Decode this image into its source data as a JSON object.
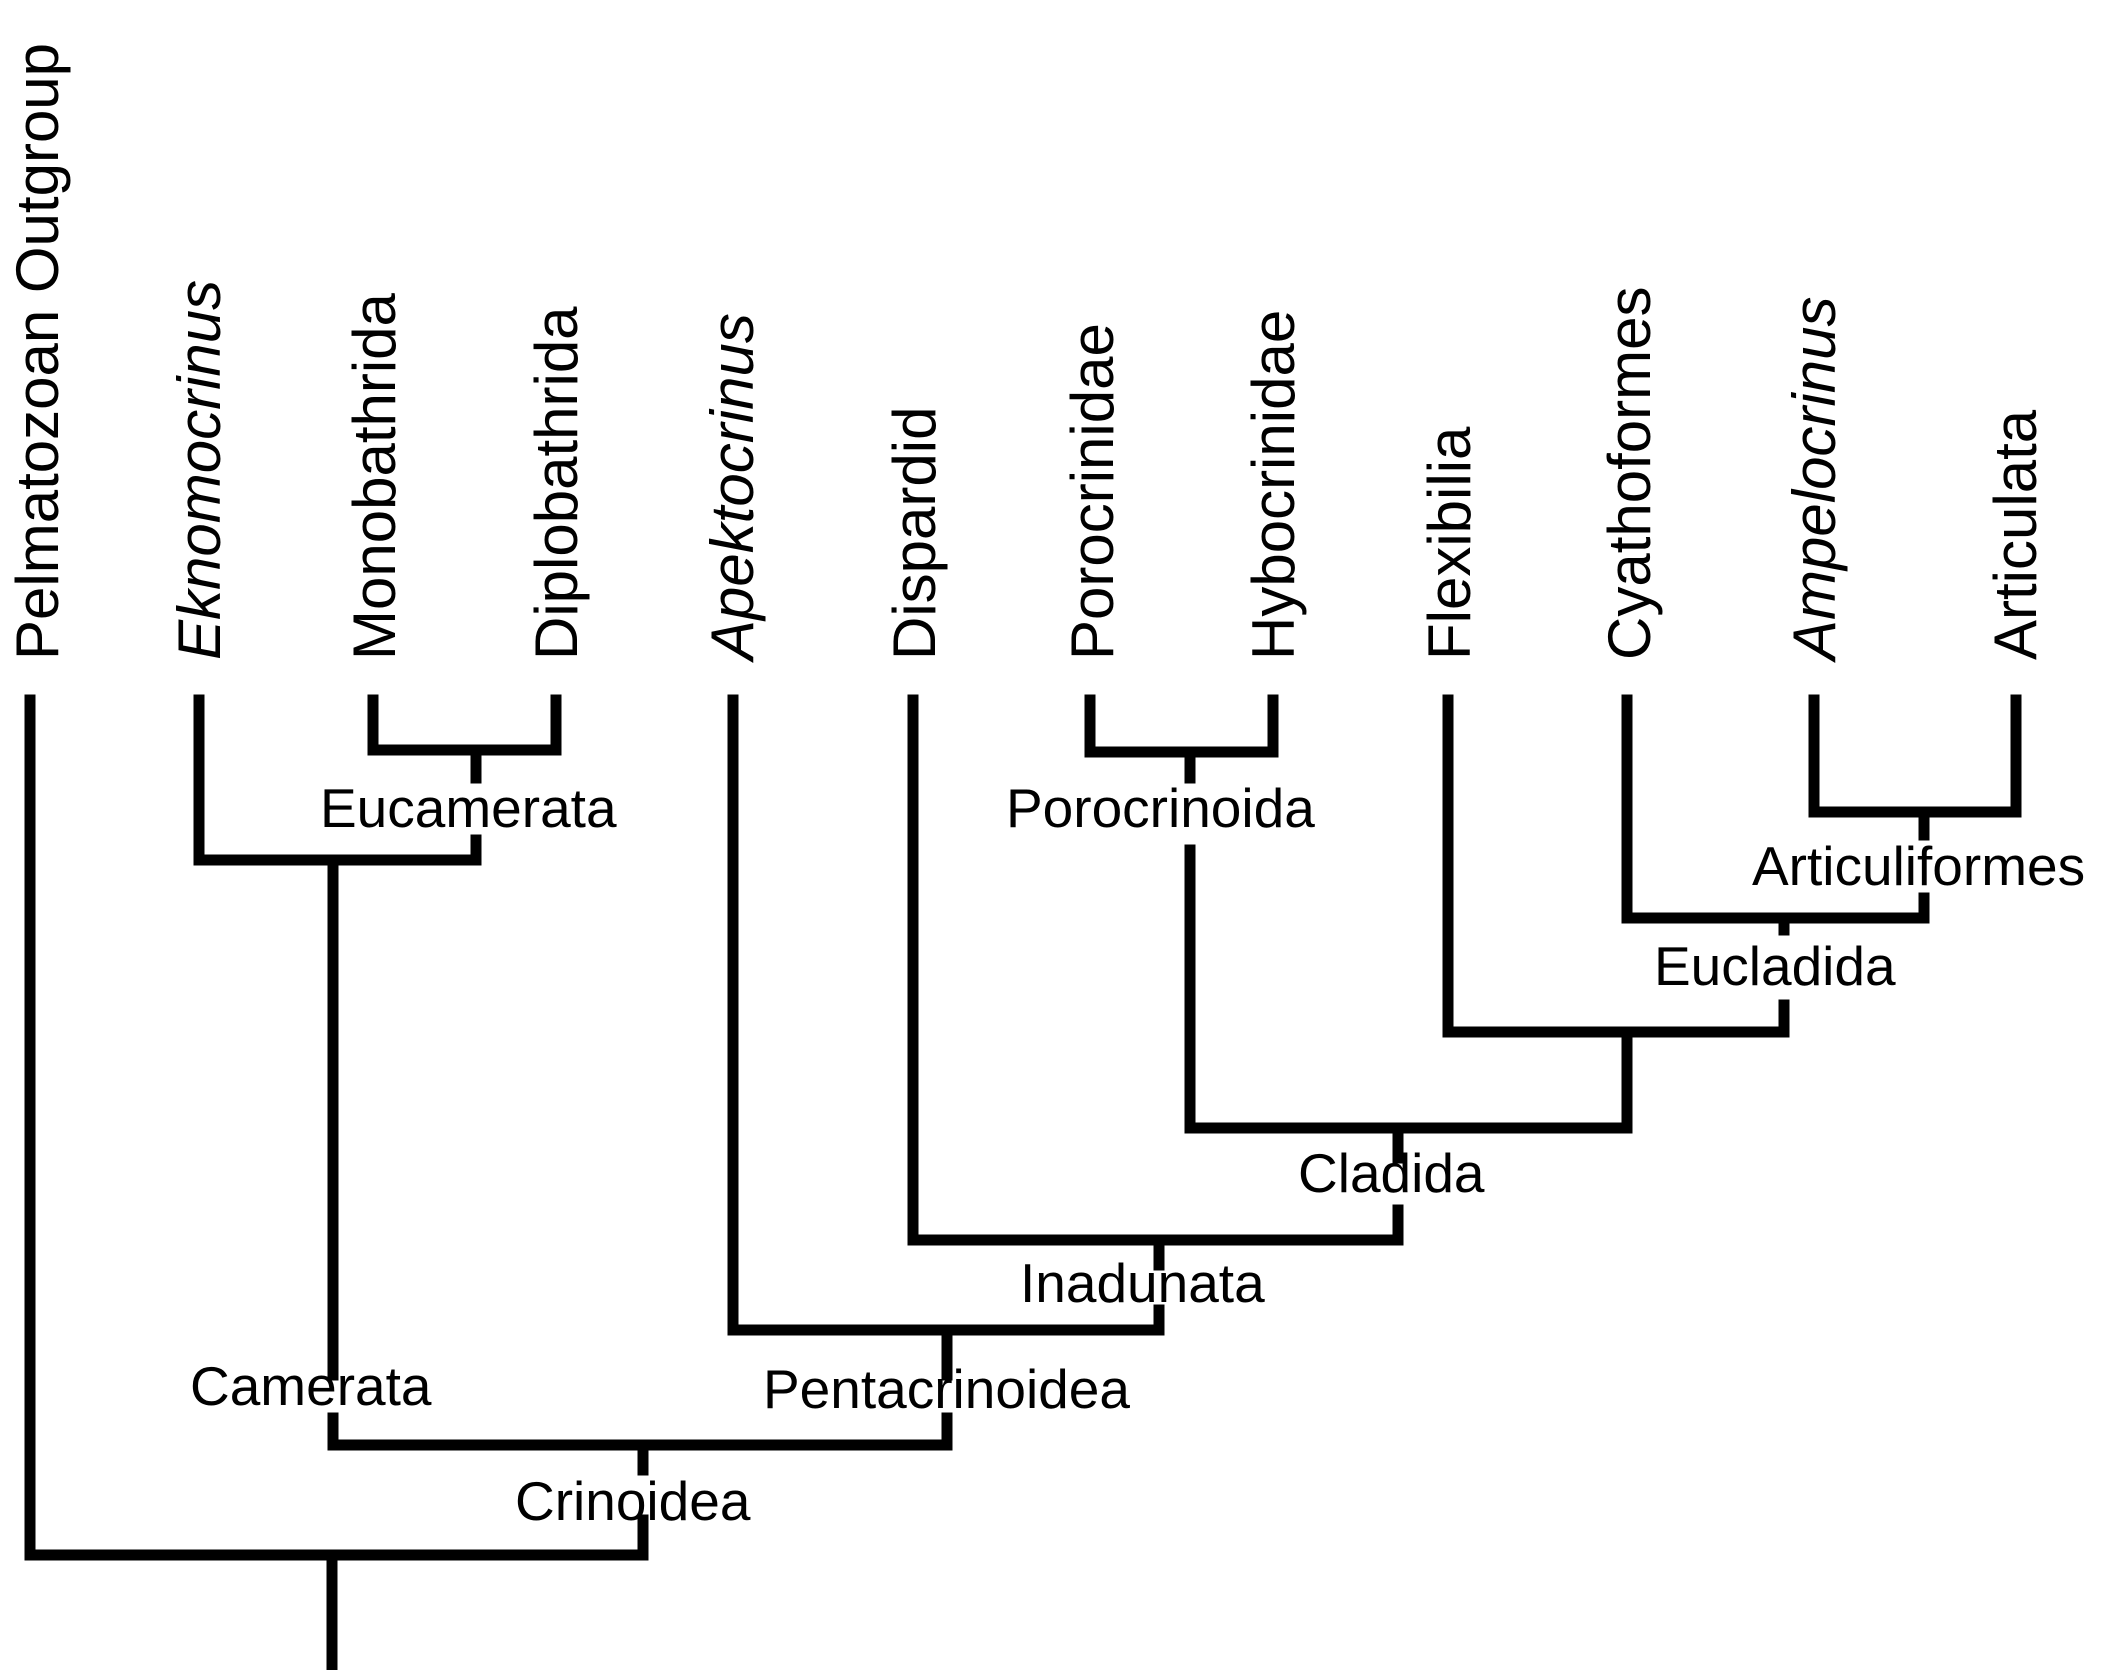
{
  "taxa": [
    {
      "id": "outgroup",
      "label": "Pelmatozoan Outgroup",
      "italic": false
    },
    {
      "id": "eknomocrinus",
      "label": "Eknomocrinus",
      "italic": true
    },
    {
      "id": "monobathrida",
      "label": "Monobathrida",
      "italic": false
    },
    {
      "id": "diplobathrida",
      "label": "Diplobathrida",
      "italic": false
    },
    {
      "id": "apektocrinus",
      "label": "Apektocrinus",
      "italic": true
    },
    {
      "id": "dispardid",
      "label": "Dispardid",
      "italic": false
    },
    {
      "id": "porocrinidae",
      "label": "Porocrinidae",
      "italic": false
    },
    {
      "id": "hybocrinidae",
      "label": "Hybocrinidae",
      "italic": false
    },
    {
      "id": "flexibilia",
      "label": "Flexibilia",
      "italic": false
    },
    {
      "id": "cyathoformes",
      "label": "Cyathoformes",
      "italic": false
    },
    {
      "id": "ampelocrinus",
      "label": "Ampelocrinus",
      "italic": true
    },
    {
      "id": "articulata",
      "label": "Articulata",
      "italic": false
    }
  ],
  "clades": [
    {
      "id": "eucamerata",
      "label": "Eucamerata"
    },
    {
      "id": "porocrinoida",
      "label": "Porocrinoida"
    },
    {
      "id": "articuliformes",
      "label": "Articuliformes"
    },
    {
      "id": "eucladida",
      "label": "Eucladida"
    },
    {
      "id": "cladida",
      "label": "Cladida"
    },
    {
      "id": "inadunata",
      "label": "Inadunata"
    },
    {
      "id": "camerata",
      "label": "Camerata"
    },
    {
      "id": "pentacrinoidea",
      "label": "Pentacrinoidea"
    },
    {
      "id": "crinoidea",
      "label": "Crinoidea"
    }
  ]
}
